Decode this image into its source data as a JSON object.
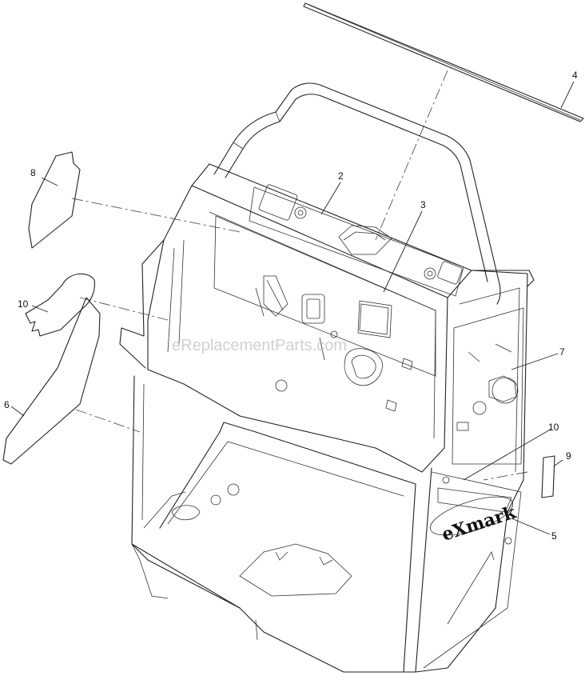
{
  "watermark": "eReplacementParts.com",
  "brand_logo": "eXmark",
  "callouts": [
    {
      "id": "c2",
      "label": "2"
    },
    {
      "id": "c3",
      "label": "3"
    },
    {
      "id": "c4",
      "label": "4"
    },
    {
      "id": "c5",
      "label": "5"
    },
    {
      "id": "c6",
      "label": "6"
    },
    {
      "id": "c7",
      "label": "7"
    },
    {
      "id": "c8",
      "label": "8"
    },
    {
      "id": "c9",
      "label": "9"
    },
    {
      "id": "c10a",
      "label": "10"
    },
    {
      "id": "c10b",
      "label": "10"
    }
  ]
}
